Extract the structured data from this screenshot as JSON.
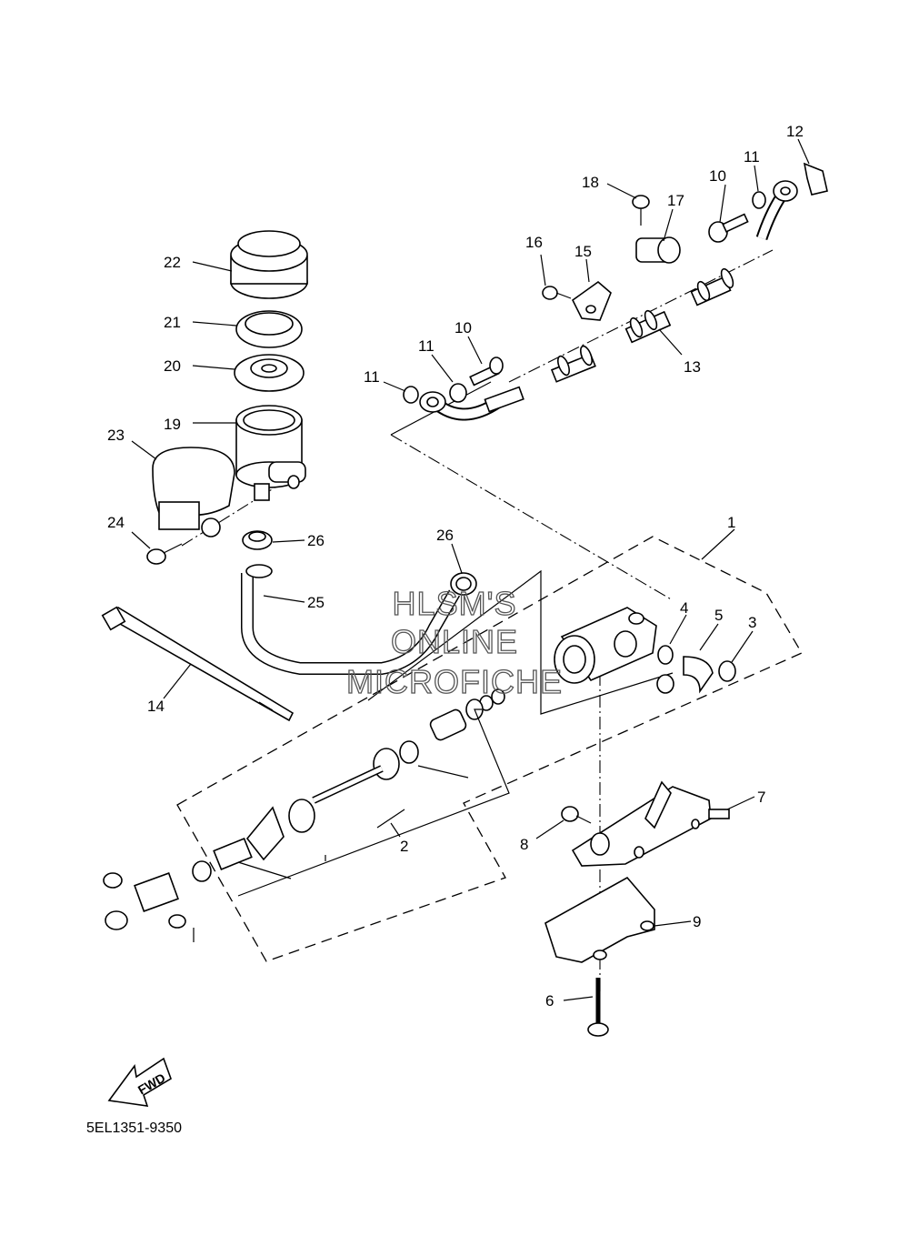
{
  "diagram": {
    "part_code": "5EL1351-9350",
    "watermark": [
      "HLSM'S",
      "ONLINE",
      "MICROFICHE"
    ],
    "direction_label": "FWD",
    "callouts": [
      {
        "id": "c1",
        "label": "1"
      },
      {
        "id": "c2",
        "label": "2"
      },
      {
        "id": "c3",
        "label": "3"
      },
      {
        "id": "c4",
        "label": "4"
      },
      {
        "id": "c5",
        "label": "5"
      },
      {
        "id": "c6",
        "label": "6"
      },
      {
        "id": "c7",
        "label": "7"
      },
      {
        "id": "c8",
        "label": "8"
      },
      {
        "id": "c9",
        "label": "9"
      },
      {
        "id": "c10a",
        "label": "10"
      },
      {
        "id": "c10b",
        "label": "10"
      },
      {
        "id": "c11a",
        "label": "11"
      },
      {
        "id": "c11b",
        "label": "11"
      },
      {
        "id": "c11c",
        "label": "11"
      },
      {
        "id": "c12",
        "label": "12"
      },
      {
        "id": "c13",
        "label": "13"
      },
      {
        "id": "c14",
        "label": "14"
      },
      {
        "id": "c15",
        "label": "15"
      },
      {
        "id": "c16",
        "label": "16"
      },
      {
        "id": "c17",
        "label": "17"
      },
      {
        "id": "c18",
        "label": "18"
      },
      {
        "id": "c19",
        "label": "19"
      },
      {
        "id": "c20",
        "label": "20"
      },
      {
        "id": "c21",
        "label": "21"
      },
      {
        "id": "c22",
        "label": "22"
      },
      {
        "id": "c23",
        "label": "23"
      },
      {
        "id": "c24",
        "label": "24"
      },
      {
        "id": "c25",
        "label": "25"
      },
      {
        "id": "c26a",
        "label": "26"
      },
      {
        "id": "c26b",
        "label": "26"
      }
    ]
  }
}
